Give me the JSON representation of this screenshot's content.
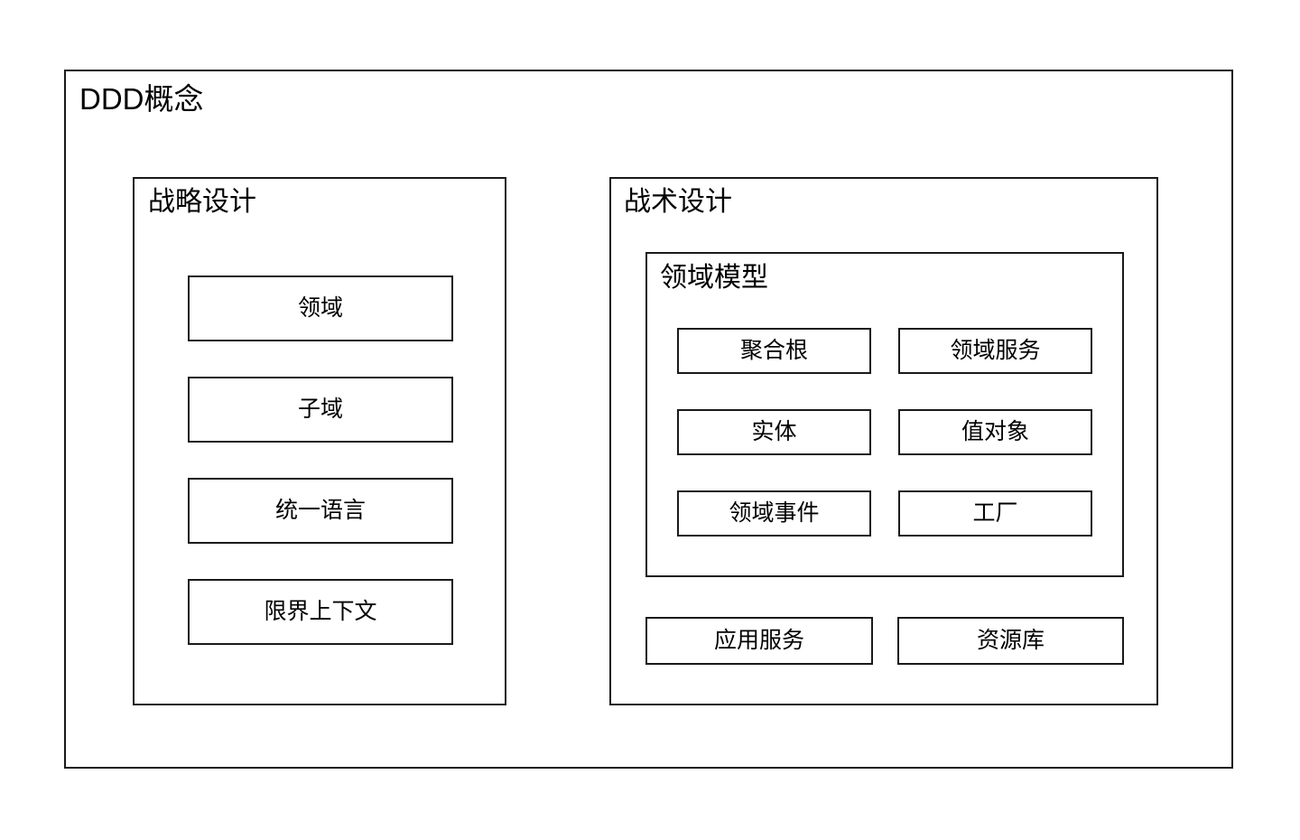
{
  "diagram": {
    "title": "DDD概念",
    "type": "nested-block-diagram",
    "panels": {
      "strategic": {
        "title": "战略设计",
        "items": [
          {
            "label": "领域"
          },
          {
            "label": "子域"
          },
          {
            "label": "统一语言"
          },
          {
            "label": "限界上下文"
          }
        ]
      },
      "tactical": {
        "title": "战术设计",
        "domain_model": {
          "title": "领域模型",
          "items": [
            {
              "label": "聚合根"
            },
            {
              "label": "领域服务"
            },
            {
              "label": "实体"
            },
            {
              "label": "值对象"
            },
            {
              "label": "领域事件"
            },
            {
              "label": "工厂"
            }
          ]
        },
        "items": [
          {
            "label": "应用服务"
          },
          {
            "label": "资源库"
          }
        ]
      }
    }
  },
  "colors": {
    "background": "#ffffff",
    "stroke": "#1a1a1a",
    "text": "#000000"
  }
}
